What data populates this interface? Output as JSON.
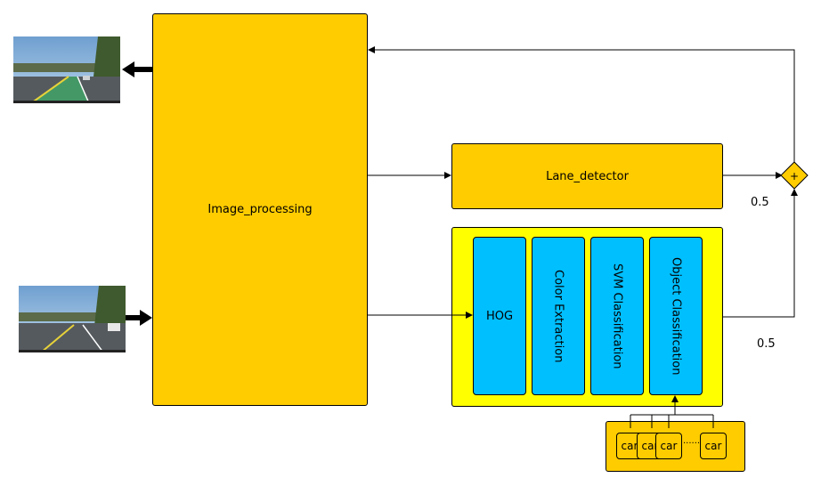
{
  "blocks": {
    "image_processing": "Image_processing",
    "lane_detector": "Lane_detector",
    "hog": "HOG",
    "color_extraction": "Color Extraction",
    "svm_classification": "SVM Classification",
    "object_classification": "Object Classification"
  },
  "cars": [
    "car",
    "car",
    "car",
    "car"
  ],
  "car_ellipsis": "......",
  "sum_symbol": "+",
  "weights": {
    "lane": "0.5",
    "object": "0.5"
  },
  "colors": {
    "orange": "#ffcc00",
    "yellow": "#ffff00",
    "cyan": "#00bfff"
  },
  "images": {
    "output": "road-output-thumbnail",
    "input": "road-input-thumbnail"
  }
}
